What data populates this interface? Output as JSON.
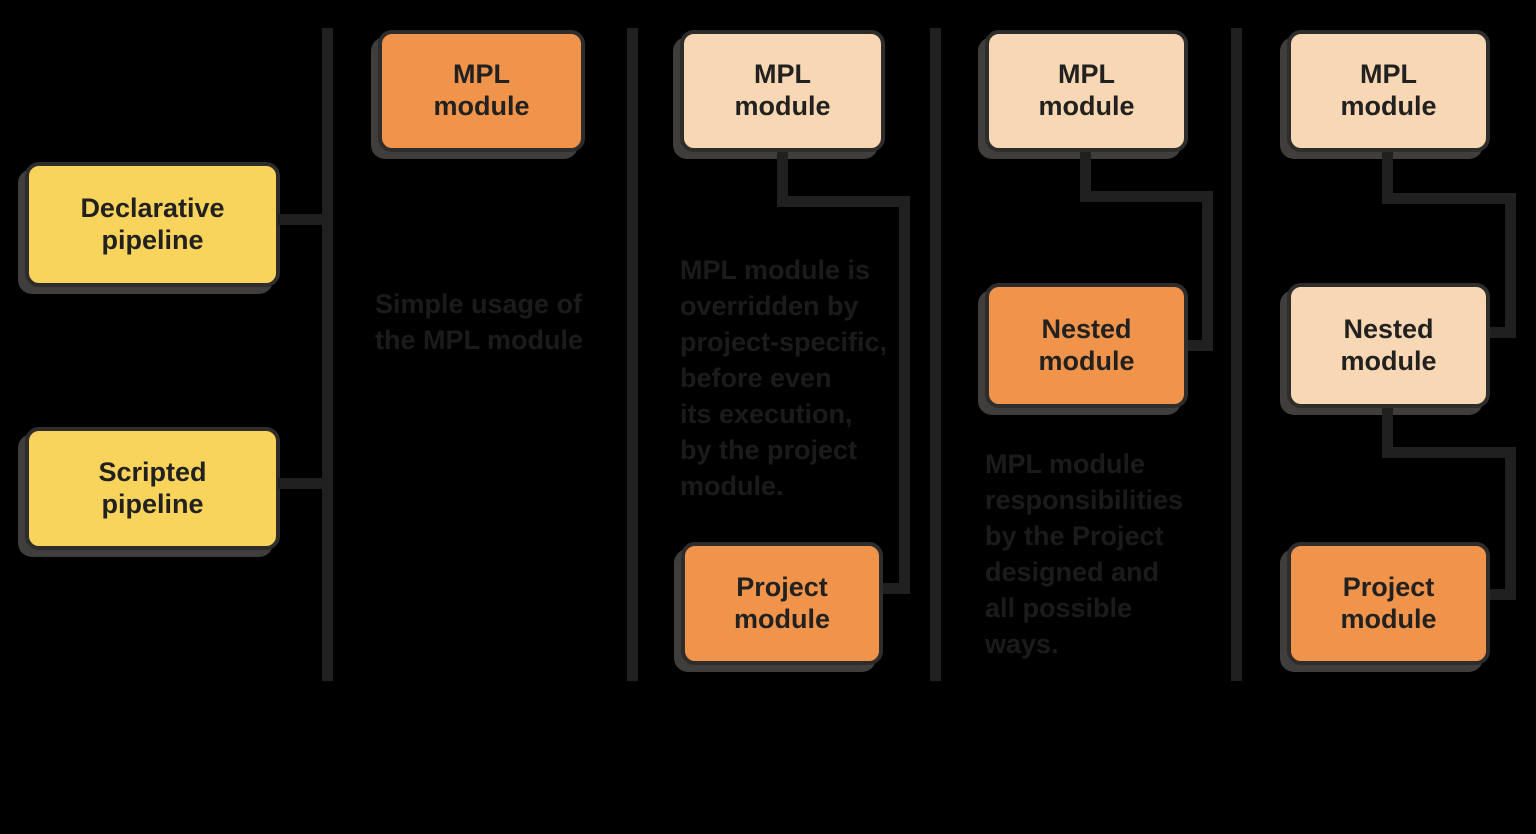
{
  "colors": {
    "background": "#000000",
    "yellow": "#F8D45C",
    "orange": "#F0944C",
    "peach": "#F7D7B4",
    "line": "#202020",
    "box_border": "#2E2D2B",
    "box_text": "#22211F",
    "caption_text": "#1B1B1B"
  },
  "pipelines": [
    {
      "label": "Declarative\npipeline"
    },
    {
      "label": "Scripted\npipeline"
    }
  ],
  "columns": [
    {
      "top_box": "MPL\nmodule",
      "caption": "Simple usage of\nthe MPL module"
    },
    {
      "top_box": "MPL\nmodule",
      "caption": "MPL module is\noverridden by\nproject-specific,\nbefore even\nits execution,\nby the project\nmodule.",
      "bottom_box": "Project\nmodule"
    },
    {
      "top_box": "MPL\nmodule",
      "middle_box": "Nested\nmodule",
      "caption": "MPL module\nresponsibilities\nby the Project\ndesigned and\nall possible\nways."
    },
    {
      "top_box": "MPL\nmodule",
      "middle_box": "Nested\nmodule",
      "bottom_box": "Project\nmodule"
    }
  ]
}
